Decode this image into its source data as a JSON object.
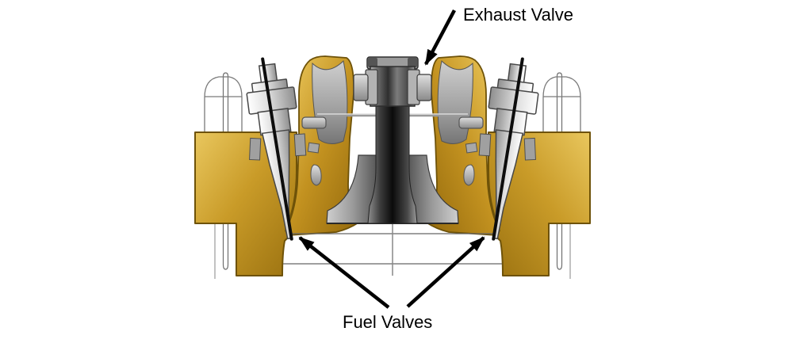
{
  "diagram": {
    "labels": {
      "exhaust_valve": "Exhaust Valve",
      "fuel_valves": "Fuel Valves"
    },
    "colors": {
      "bronze_light": "#e9c75e",
      "bronze": "#c89a28",
      "bronze_dark": "#9a7110",
      "bronze_outline": "#6e5208",
      "steel_light": "#dcdcdc",
      "steel_mid": "#8a8a8a",
      "steel_dark": "#0b0b0b",
      "outline_gray": "#7a7a7a",
      "arrow": "#000000",
      "background": "#ffffff"
    },
    "parts": [
      "exhaust-valve-spindle",
      "exhaust-valve-disc",
      "fuel-valve-left",
      "fuel-valve-right",
      "cylinder-cover-left",
      "cylinder-cover-right",
      "exhaust-duct-wall-left",
      "exhaust-duct-wall-right",
      "cover-stud-left",
      "cover-stud-right"
    ]
  }
}
